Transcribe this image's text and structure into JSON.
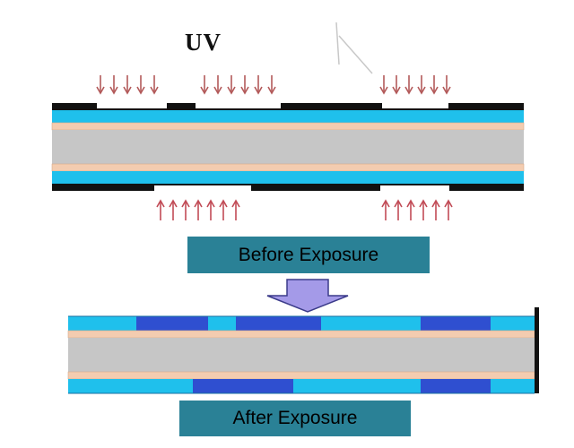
{
  "uv_label": "UV",
  "before_label": "Before Exposure",
  "after_label": "After Exposure",
  "colors": {
    "resist_unexposed": "#1fc0ec",
    "resist_exposed": "#2f4fd0",
    "core": "#c6c6c6",
    "copper": "#f3ccb0",
    "mask": "#111111",
    "mask_window": "#ffffff",
    "arrow_top": "#b35a5a",
    "arrow_bottom": "#c14b56",
    "transition_arrow": "#a49ae8",
    "label_bg": "#2a8196"
  }
}
